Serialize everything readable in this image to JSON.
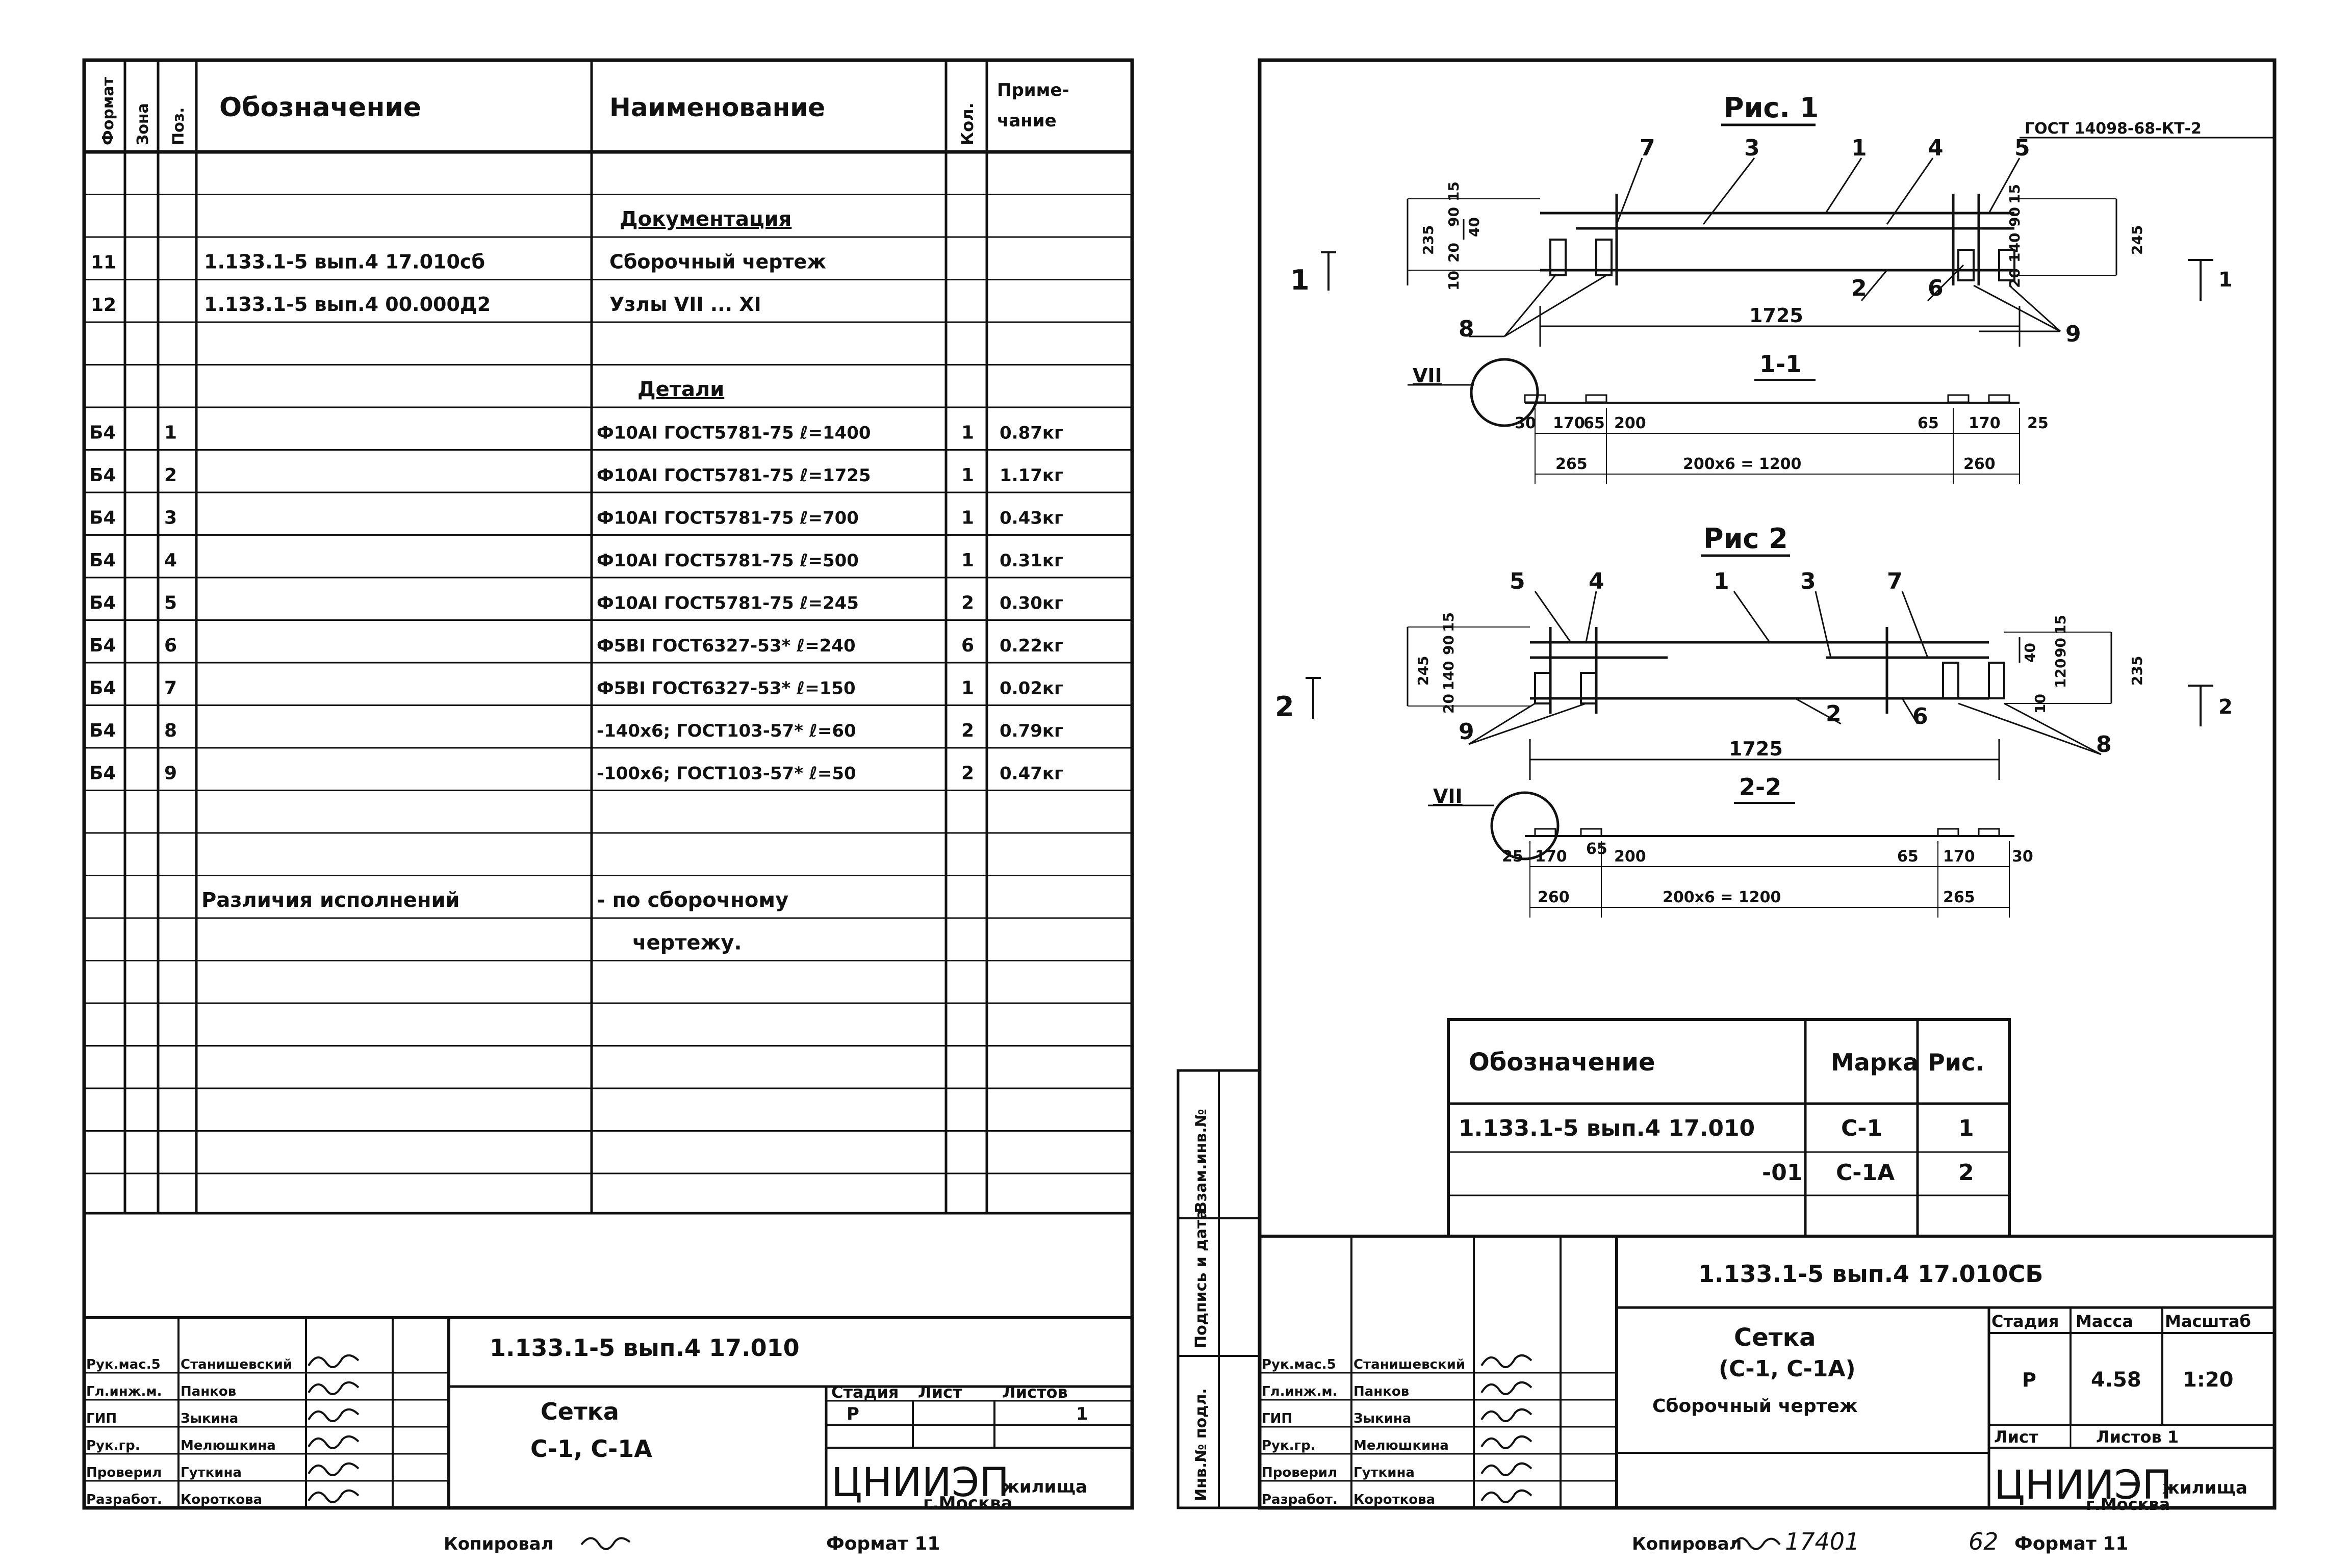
{
  "spec": {
    "headers": {
      "format": "Формат",
      "zone": "Зона",
      "pos": "Поз.",
      "designation": "Обозначение",
      "name": "Наименование",
      "qty": "Кол.",
      "note": "Приме-чание"
    },
    "section_documentation": "Документация",
    "section_details": "Детали",
    "doc_rows": [
      {
        "format": "11",
        "designation": "1.133.1-5 вып.4 17.010сб",
        "name": "Сборочный чертеж"
      },
      {
        "format": "12",
        "designation": "1.133.1-5 вып.4 00.000Д2",
        "name": "Узлы VII ... XI"
      }
    ],
    "detail_rows": [
      {
        "format": "Б4",
        "pos": "1",
        "name": "Ф10АI ГОСТ5781-75 ℓ=1400",
        "qty": "1",
        "note": "0.87кг"
      },
      {
        "format": "Б4",
        "pos": "2",
        "name": "Ф10АI ГОСТ5781-75 ℓ=1725",
        "qty": "1",
        "note": "1.17кг"
      },
      {
        "format": "Б4",
        "pos": "3",
        "name": "Ф10АI ГОСТ5781-75 ℓ=700",
        "qty": "1",
        "note": "0.43кг"
      },
      {
        "format": "Б4",
        "pos": "4",
        "name": "Ф10АI ГОСТ5781-75 ℓ=500",
        "qty": "1",
        "note": "0.31кг"
      },
      {
        "format": "Б4",
        "pos": "5",
        "name": "Ф10АI ГОСТ5781-75 ℓ=245",
        "qty": "2",
        "note": "0.30кг"
      },
      {
        "format": "Б4",
        "pos": "6",
        "name": "Ф5ВI ГОСТ6327-53* ℓ=240",
        "qty": "6",
        "note": "0.22кг"
      },
      {
        "format": "Б4",
        "pos": "7",
        "name": "Ф5ВI ГОСТ6327-53* ℓ=150",
        "qty": "1",
        "note": "0.02кг"
      },
      {
        "format": "Б4",
        "pos": "8",
        "name": "-140х6; ГОСТ103-57* ℓ=60",
        "qty": "2",
        "note": "0.79кг"
      },
      {
        "format": "Б4",
        "pos": "9",
        "name": "-100х6; ГОСТ103-57* ℓ=50",
        "qty": "2",
        "note": "0.47кг"
      }
    ],
    "variants_label": "Различия исполнений",
    "variants_value_1": "- по сборочному",
    "variants_value_2": "чертежу."
  },
  "title_left": {
    "code": "1.133.1-5 вып.4 17.010",
    "name_1": "Сетка",
    "name_2": "С-1, С-1А",
    "stage_label": "Стадия",
    "sheet_label": "Лист",
    "sheets_label": "Листов",
    "stage": "Р",
    "sheets": "1",
    "org": "ЦНИИЭП",
    "org_suffix": "жилища",
    "city": "г.Москва",
    "roles": [
      {
        "role": "Рук.мас.5",
        "person": "Станишевский"
      },
      {
        "role": "Гл.инж.м.",
        "person": "Панков"
      },
      {
        "role": "ГИП",
        "person": "Зыкина"
      },
      {
        "role": "Рук.гр.",
        "person": "Мелюшкина"
      },
      {
        "role": "Проверил",
        "person": "Гуткина"
      },
      {
        "role": "Разработ.",
        "person": "Короткова"
      }
    ],
    "copied": "Копировал",
    "format": "Формат 11"
  },
  "drawing": {
    "fig1_title": "Рис. 1",
    "fig2_title": "Рис 2",
    "gost_note": "ГОСТ 14098-68-КТ-2",
    "section_1": "1-1",
    "section_2": "2-2",
    "fig1": {
      "callouts": [
        "7",
        "3",
        "1",
        "4",
        "5",
        "2",
        "6",
        "8",
        "9"
      ],
      "dims_left": [
        "15",
        "90",
        "20",
        "10",
        "235",
        "40"
      ],
      "dims_right": [
        "15",
        "90",
        "140",
        "20",
        "245"
      ],
      "length": "1725",
      "node": "VII",
      "bottom_dims": [
        "30",
        "170",
        "65",
        "200",
        "65",
        "170",
        "25",
        "265",
        "200х6 = 1200",
        "260"
      ]
    },
    "fig2": {
      "callouts": [
        "5",
        "4",
        "1",
        "3",
        "7",
        "2",
        "6",
        "9",
        "8"
      ],
      "dims_left": [
        "15",
        "90",
        "140",
        "20",
        "245"
      ],
      "dims_right": [
        "15",
        "40",
        "90",
        "120",
        "10",
        "235"
      ],
      "length": "1725",
      "node": "VII",
      "bottom_dims": [
        "25",
        "170",
        "65",
        "200",
        "65",
        "170",
        "30",
        "260",
        "200х6 = 1200",
        "265"
      ]
    },
    "cut_marks": [
      "1",
      "1",
      "2",
      "2"
    ]
  },
  "marks_table": {
    "headers": [
      "Обозначение",
      "Марка",
      "Рис."
    ],
    "rows": [
      {
        "designation": "1.133.1-5 вып.4 17.010",
        "mark": "С-1",
        "fig": "1"
      },
      {
        "designation": "-01",
        "mark": "С-1А",
        "fig": "2"
      }
    ]
  },
  "title_right": {
    "code": "1.133.1-5 вып.4 17.010СБ",
    "name_1": "Сетка",
    "name_2": "(С-1, С-1А)",
    "name_3": "Сборочный чертеж",
    "stage_label": "Стадия",
    "mass_label": "Масса",
    "scale_label": "Масштаб",
    "stage": "Р",
    "mass": "4.58",
    "scale": "1:20",
    "sheet_label": "Лист",
    "sheets_label": "Листов 1",
    "org": "ЦНИИЭП",
    "org_suffix": "жилища",
    "city": "г.Москва",
    "roles": [
      {
        "role": "Рук.мас.5",
        "person": "Станишевский"
      },
      {
        "role": "Гл.инж.м.",
        "person": "Панков"
      },
      {
        "role": "ГИП",
        "person": "Зыкина"
      },
      {
        "role": "Рук.гр.",
        "person": "Мелюшкина"
      },
      {
        "role": "Проверил",
        "person": "Гуткина"
      },
      {
        "role": "Разработ.",
        "person": "Короткова"
      }
    ],
    "side_labels": [
      "Инв.№ подл.",
      "Подпись и дата",
      "Взам.инв.№"
    ],
    "copied": "Копировал",
    "handwritten": "17401",
    "page_no": "62",
    "format": "Формат 11"
  }
}
